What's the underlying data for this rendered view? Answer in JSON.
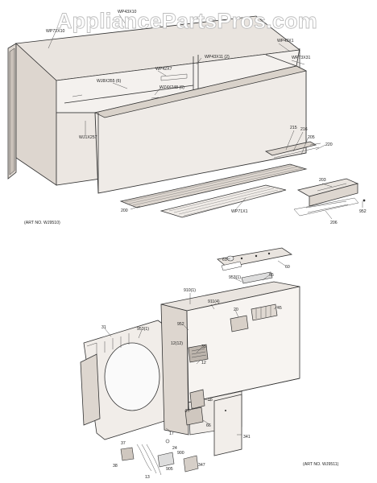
{
  "watermark": "AppliancePartsPros.com",
  "top_diagram": {
    "art_no": "(ART NO. WJ9510)",
    "labels": {
      "wp_top_left": "WP72X10",
      "wp43x10": "WP43X10",
      "wp43x1": "WP43X1",
      "wp73x31": "WP73X31",
      "wp43x11": "WP43X11 (2)",
      "wp42x7": "WP42X7",
      "wj8x355": "WJ8X355 (6)",
      "wz4x248": "WZ4X248 (6)",
      "wj1x257": "WJ1X257",
      "n215": "215",
      "n216": "216",
      "n205": "205",
      "n220": "220",
      "n200a": "200",
      "wp71x1": "WP71X1",
      "n203": "203",
      "n952": "952",
      "n206": "206"
    }
  },
  "bottom_diagram": {
    "art_no": "(ART NO. WJ9511)",
    "labels": {
      "n61": "61",
      "n60": "60",
      "n953": "953(1)",
      "n65": "65",
      "n45": "45",
      "n910": "910(1)",
      "n911": "911(4)",
      "n20": "20",
      "n31": "31",
      "n953b": "953(1)",
      "n952": "952",
      "n35": "35",
      "n12": "12",
      "n12b": "12(12)",
      "n16": "16",
      "n27": "27",
      "n66": "66",
      "n17": "17",
      "n24": "24",
      "n37": "37",
      "n38": "38",
      "n900": "900",
      "n347": "347",
      "n341": "341",
      "n905": "905",
      "n13": "13"
    }
  }
}
